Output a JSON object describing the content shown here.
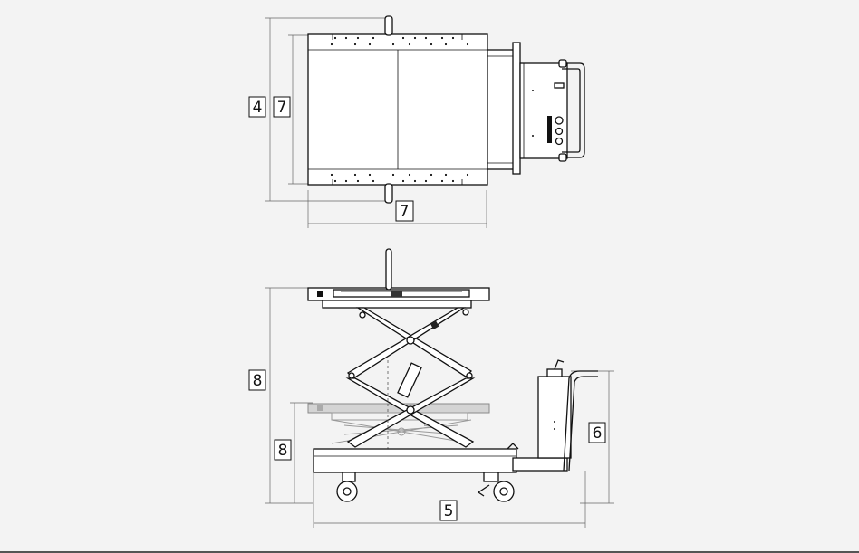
{
  "callouts": {
    "top_view_width": "4",
    "top_view_inner_width": "7",
    "top_view_length": "7",
    "raised_height": "8",
    "lowered_height": "8",
    "handle_height": "6",
    "overall_length": "5"
  }
}
